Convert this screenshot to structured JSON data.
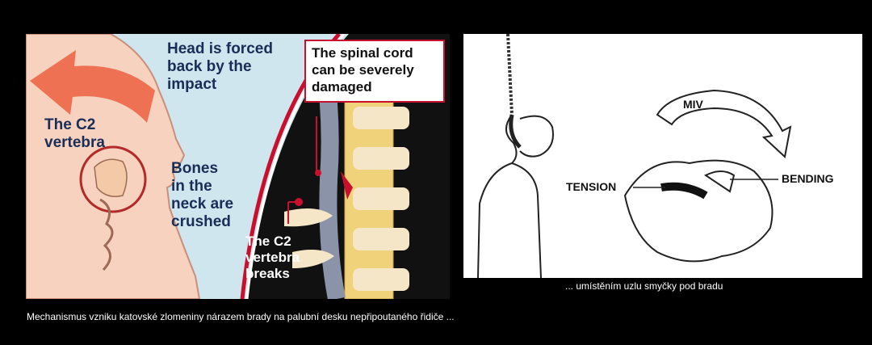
{
  "left_panel": {
    "head_label": [
      "Head is forced",
      "back by the",
      "impact"
    ],
    "c2_label": [
      "The C2",
      "vertebra"
    ],
    "bones_label": [
      "Bones",
      "in the",
      "neck are",
      "crushed"
    ],
    "cord_label": [
      "The spinal cord",
      "can be severely",
      "damaged"
    ],
    "c2_breaks_label": [
      "The C2",
      "vertebra",
      "breaks"
    ]
  },
  "right_panel": {
    "miv_label": "MIV",
    "tension_label": "TENSION",
    "bending_label": "BENDING"
  },
  "captions": {
    "right": "... umístěním uzlu smyčky pod bradu",
    "bottom": "Mechanismus vzniku katovské zlomeniny nárazem brady na palubní desku nepřipoutaného řidiče ..."
  },
  "colors": {
    "background": "#000000",
    "sky": "#cfe6ee",
    "skin": "#f7d3bf",
    "arrow": "#ee6b4d",
    "text_navy": "#1a2d56",
    "accent_red": "#c8102e"
  }
}
